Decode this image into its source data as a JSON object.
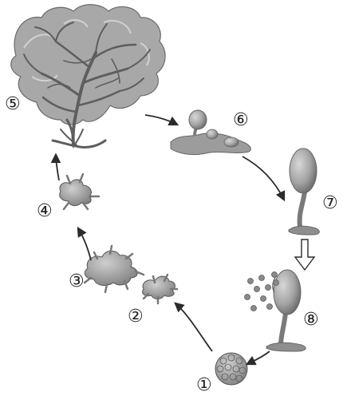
{
  "stages": [
    {
      "id": "spore",
      "label": "①"
    },
    {
      "id": "amoeboid-cell",
      "label": "②"
    },
    {
      "id": "multinucleate-cell",
      "label": "③"
    },
    {
      "id": "young-plasmodium",
      "label": "④"
    },
    {
      "id": "plasmodium",
      "label": "⑤"
    },
    {
      "id": "sporangium-initials",
      "label": "⑥"
    },
    {
      "id": "immature-sporangium",
      "label": "⑦"
    },
    {
      "id": "mature-sporangium",
      "label": "⑧"
    }
  ],
  "colors": {
    "organism_fill": "#9a9a9a",
    "organism_dark": "#6e6e6e",
    "organism_light": "#c4c4c4",
    "arrow": "#2b2b2b"
  }
}
